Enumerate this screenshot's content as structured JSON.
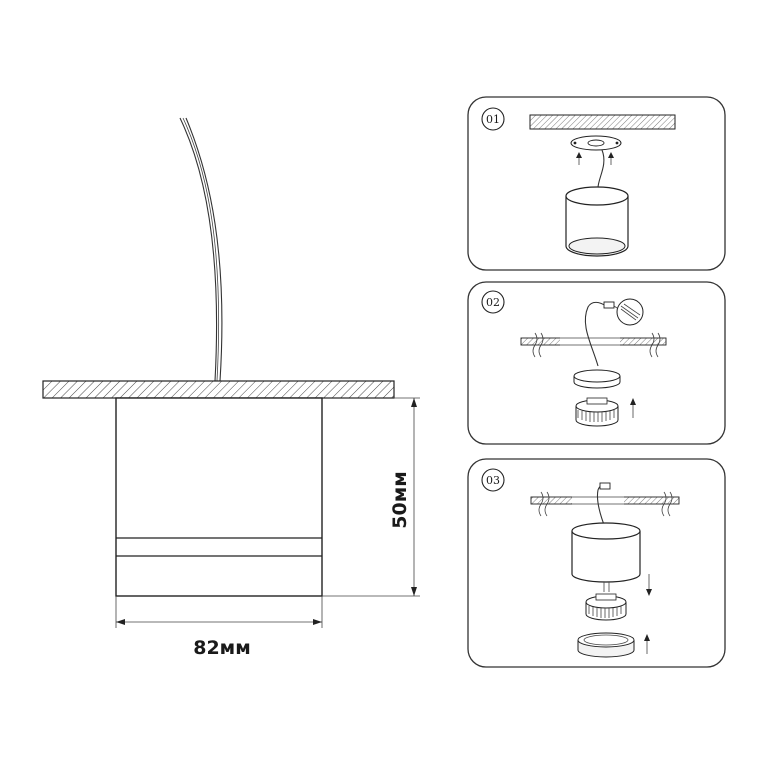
{
  "dimensions": {
    "height_label": "50мм",
    "width_label": "82мм"
  },
  "steps": [
    {
      "label": "01"
    },
    {
      "label": "02"
    },
    {
      "label": "03"
    }
  ],
  "colors": {
    "stroke": "#222222",
    "background": "#ffffff",
    "shade": "#f3f3f3"
  }
}
